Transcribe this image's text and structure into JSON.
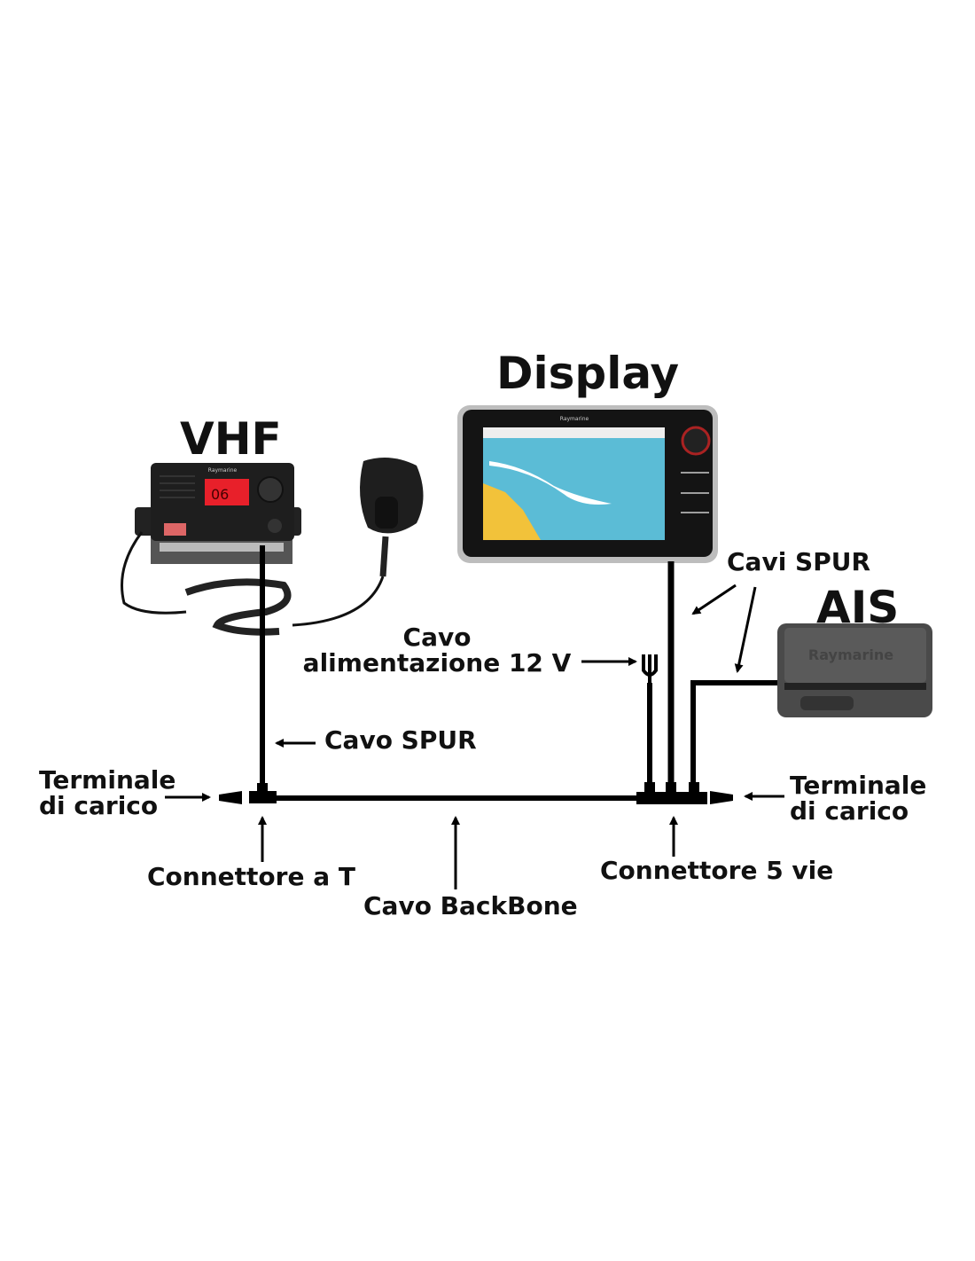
{
  "titles": {
    "vhf": "VHF",
    "display": "Display",
    "ais": "AIS"
  },
  "labels": {
    "cavi_spur": "Cavi SPUR",
    "cavo_line1": "Cavo",
    "cavo_line2": "alimentazione 12 V",
    "cavo_spur": "Cavo SPUR",
    "terminale_left_1": "Terminale",
    "terminale_left_2": "di carico",
    "terminale_right_1": "Terminale",
    "terminale_right_2": "di carico",
    "connettore_t": "Connettore a T",
    "cavo_backbone": "Cavo BackBone",
    "connettore_5": "Connettore 5 vie"
  },
  "devices": {
    "vhf_brand": "Raymarine",
    "vhf_channel": "06",
    "display_brand": "Raymarine",
    "ais_brand": "Raymarine"
  },
  "colors": {
    "line": "#000000",
    "sea": "#5bbcd6",
    "land": "#f2c23a",
    "vhf_screen": "#e8202a"
  }
}
